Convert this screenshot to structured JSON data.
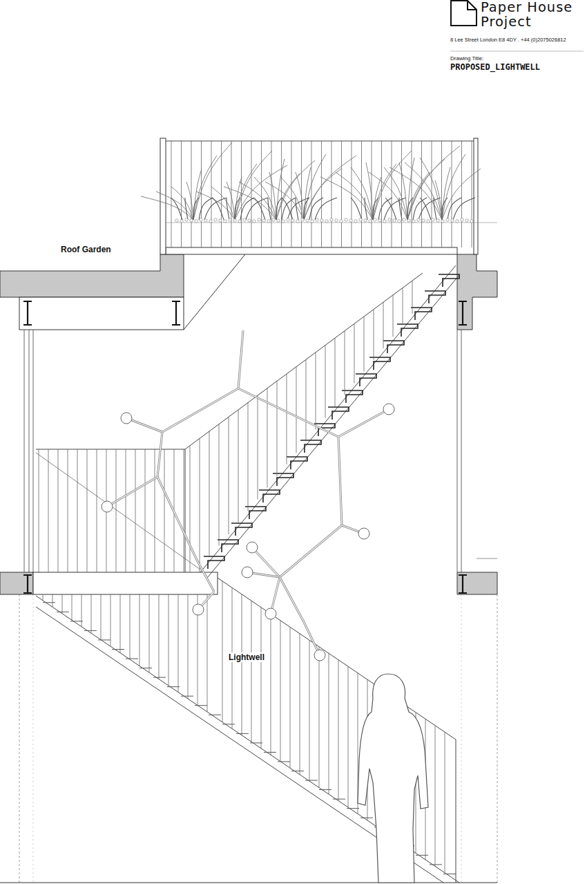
{
  "diagram": {
    "title": "PROPOSED_LIGHTWELL",
    "labels": [
      "Paper House Project",
      "8 Lee Street London E8 4DY . +44 (0)2075026812",
      "Drawing Title:",
      "Roof Garden",
      "Lightwell"
    ]
  }
}
